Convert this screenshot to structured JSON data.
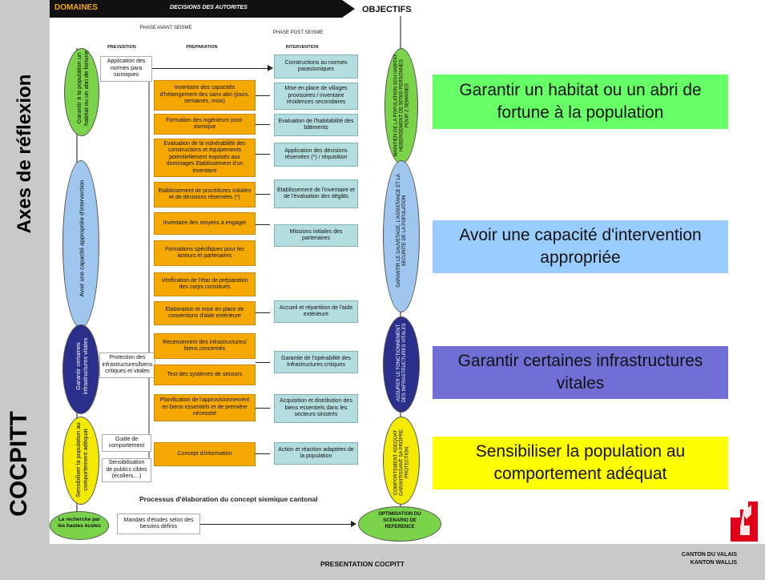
{
  "sidebar": {
    "top_label": "Axes de réflexion",
    "bottom_label": "COCPITT"
  },
  "header": {
    "domaines": "DOMAINES",
    "decisions": "DECISIONS DES AUTORITES",
    "objectifs": "OBJECTIFS",
    "phase_avant": "PHASE AVANT SEISME",
    "phase_post": "PHASE POST SEISME",
    "prevention": "PREVENTION",
    "preparation": "PREPARATION",
    "intervention": "INTERVENTION"
  },
  "domains": [
    {
      "text": "Garantir à la population un habitat ou un abri de fortune",
      "color": "#7bd34a"
    },
    {
      "text": "Avoir une capacité appropriée d'intervention",
      "color": "#9ec6ee"
    },
    {
      "text": "Garantir certaines infrastructures vitales",
      "color": "#2b2f8c"
    },
    {
      "text": "Sensibiliser la population au comportement adéquat",
      "color": "#f3ea00"
    }
  ],
  "right_ellipses": [
    {
      "text": "MAINTIEN DE LA POPULATION SCH HABITAT HEBERGEMENT DE 50'000 PERSONNES POUR 2 SEMAINES",
      "color": "#7bd34a"
    },
    {
      "text": "GARANTIR LE SAUVETAGE, L'ASSISTANCE ET LA SECURITE DE LA POPULATION",
      "color": "#9ec6ee"
    },
    {
      "text": "ASSURER LE FONCTIONNEMENT DES INFRASTRUCTURES VITALES",
      "color": "#2b2f8c"
    },
    {
      "text": "COMPORTEMENT ADEQUAT GARANTISSANT SA PROPRE PROTECTION",
      "color": "#f3ea00"
    }
  ],
  "prevention_boxes": [
    "Application des normes para sismiques",
    "Protection des infrastructures/biens critiques et vitales",
    "Guide de comportement",
    "Sensibilisation de publics cibles (écoliers,...)"
  ],
  "preparation_boxes": [
    "Inventaire des capacités d'hébergement des sans-abri (jours, semaines, mois)",
    "Formation des ingénieurs post-sismique",
    "Evaluation de la vulnérabilité des constructions et équipements potentiellement exposés aux dommages Etablissement d'un inventaire",
    "Etablissement de procédures initiales et de décisions réservées (*)",
    "Inventaire des moyens à engager",
    "Formations spécifiques pour les acteurs et partenaires",
    "Vérification de l'état de préparation des corps constitués",
    "Elaboration et mise en place de conventions d'aide extérieure",
    "Recensement des infrastructures/ biens concernés",
    "Test des systèmes de secours",
    "Planification de l'approvisionnement en biens essentiels et de première nécessité",
    "Concept d'information"
  ],
  "intervention_boxes": [
    "Constructions au normes parasismiques",
    "Mise en place de villages provisoires / inventaire résidences secondaires",
    "Evaluation de l'habitabilité des bâtiments",
    "Application des décisions réservées (*) / réquisition",
    "Etablissement de l'inventaire et de l'évaluation des dégâts",
    "Missions initiales des partenaires",
    "Accueil et répartition de l'aide extérieure",
    "Garantie de l'opérabilité des Infrastructures critiques",
    "Acquisition et distribution des biens essentiels dans les secteurs sinistrés",
    "Action et réaction adaptées de la population"
  ],
  "process_caption": "Processus d'élaboration du concept sismique cantonal",
  "bottom_row": {
    "left": "La recherche par les hautes écoles",
    "middle": "Mandats d'études selon des besoins définis",
    "right": "OPTIMISATION DU SCENARIO DE REFERENCE"
  },
  "objectives": [
    {
      "text": "Garantir un habitat ou un abri de fortune à la population",
      "bg": "#66ff66",
      "color": "#111111"
    },
    {
      "text": "Avoir une capacité d'intervention appropriée",
      "bg": "#99ccff",
      "color": "#111111"
    },
    {
      "text": "Garantir certaines infrastructures vitales",
      "bg": "#6f6fd6",
      "color": "#111111"
    },
    {
      "text": "Sensibiliser la population au comportement adéquat",
      "bg": "#ffff00",
      "color": "#111111"
    }
  ],
  "footer": {
    "title": "PRESENTATION COCPITT",
    "canton_line1": "CANTON DU VALAIS",
    "canton_line2": "KANTON WALLIS"
  }
}
